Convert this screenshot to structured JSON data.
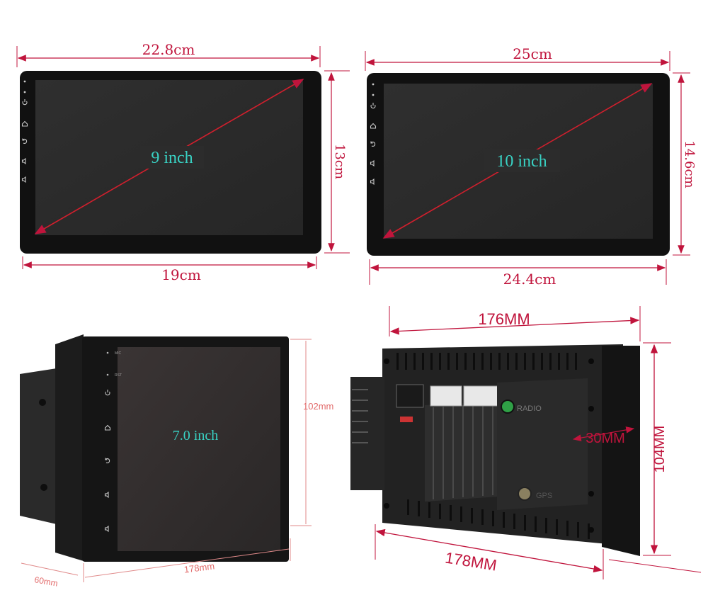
{
  "colors": {
    "dimension": "#c0143c",
    "screen_label": "#39d2c4",
    "bezel": "#111111",
    "screen": "#2b2b2b"
  },
  "panel_9inch": {
    "top_width": "22.8cm",
    "height": "13cm",
    "bottom_width": "19cm",
    "label": "9 inch"
  },
  "panel_10inch": {
    "top_width": "25cm",
    "height": "14.6cm",
    "bottom_width": "24.4cm",
    "label": "10 inch"
  },
  "panel_7inch_front": {
    "label": "7.0 inch",
    "height": "102mm",
    "width": "178mm",
    "depth": "60mm",
    "button_labels": [
      "MIC",
      "RST"
    ]
  },
  "panel_7inch_back": {
    "top_width": "176MM",
    "height": "104MM",
    "depth": "30MM",
    "bottom_width": "178MM",
    "port_labels": [
      "RADIO",
      "GPS"
    ]
  },
  "side_icons": [
    "mic-dot",
    "reset-dot",
    "power-icon",
    "home-icon",
    "back-icon",
    "volume-up-icon",
    "volume-down-icon"
  ]
}
